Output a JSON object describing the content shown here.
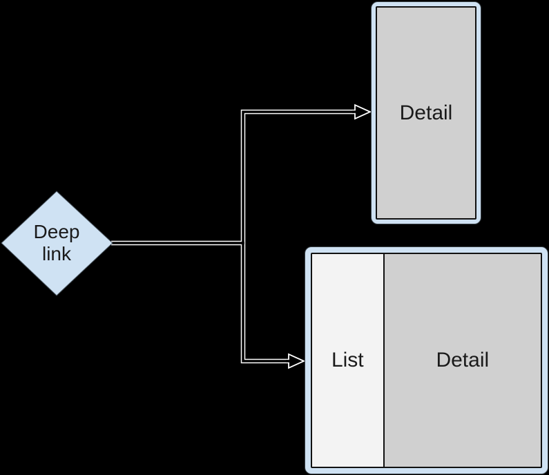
{
  "diagram": {
    "type": "navigation-flow",
    "background": "#000000"
  },
  "colors": {
    "background": "#000000",
    "arrow_outline": "#ffffff",
    "arrow_core": "#000000",
    "node_frame_blue": "#cfe2f3",
    "pane_gray": "#d0d0d0",
    "pane_light": "#f3f3f3",
    "label_text": "#1a1a1a",
    "inner_border": "#111111"
  },
  "nodes": {
    "deep_link": {
      "shape": "diamond",
      "label": "Deep link"
    },
    "detail_screen": {
      "shape": "device-frame-portrait",
      "label": "Detail"
    },
    "list_detail_screen": {
      "shape": "device-frame-landscape",
      "list_label": "List",
      "detail_label": "Detail"
    }
  },
  "edges": [
    {
      "from": "deep_link",
      "to": "detail_screen",
      "style": "outlined-arrow"
    },
    {
      "from": "deep_link",
      "to": "list_detail_screen",
      "style": "outlined-arrow"
    }
  ]
}
